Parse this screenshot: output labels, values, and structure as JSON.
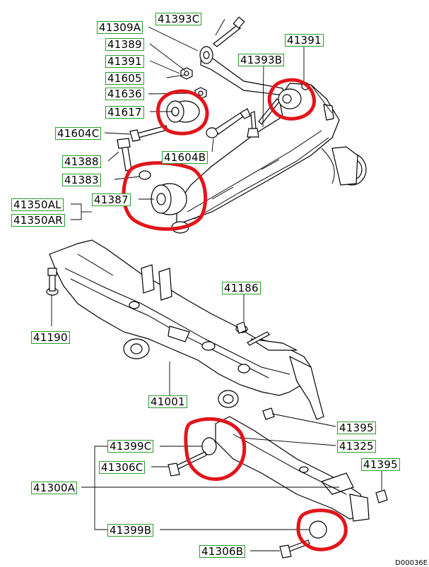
{
  "labels": {
    "p41393C": "41393C",
    "p41309A": "41309A",
    "p41389": "41389",
    "p41391_left": "41391",
    "p41391_right": "41391",
    "p41393B": "41393B",
    "p41605": "41605",
    "p41636": "41636",
    "p41617": "41617",
    "p41604C": "41604C",
    "p41604B": "41604B",
    "p41388": "41388",
    "p41383": "41383",
    "p41387": "41387",
    "p41350AL": "41350AL",
    "p41350AR": "41350AR",
    "p41186": "41186",
    "p41190": "41190",
    "p41001": "41001",
    "p41395_top": "41395",
    "p41325": "41325",
    "p41395_bottom": "41395",
    "p41399C": "41399C",
    "p41306C": "41306C",
    "p41300A": "41300A",
    "p41399B": "41399B",
    "p41306B": "41306B"
  },
  "drawing_code": "D00036E",
  "colors": {
    "highlight": "#e2151b",
    "label_border": "#2e9a2e",
    "line": "#000000"
  }
}
